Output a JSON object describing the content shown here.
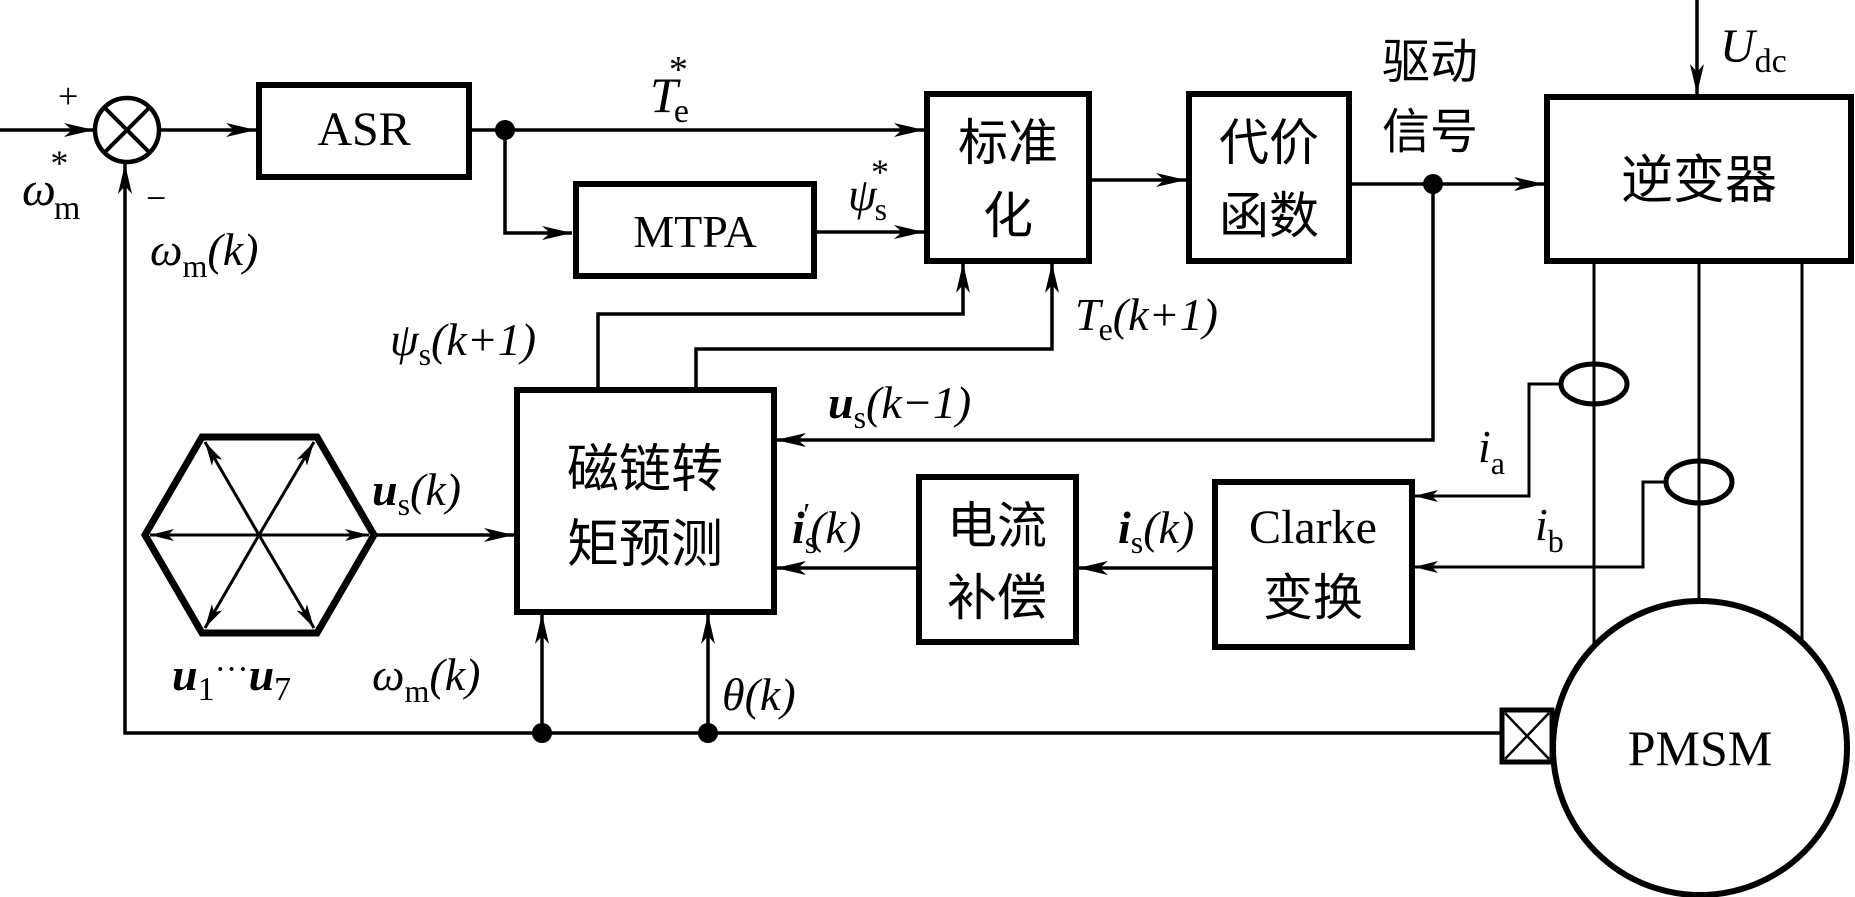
{
  "diagram": {
    "title": "Model predictive torque control block diagram for PMSM",
    "blocks": {
      "summer": {
        "plus": "+",
        "minus": "−"
      },
      "asr": {
        "label": "ASR"
      },
      "mtpa": {
        "label": "MTPA"
      },
      "normalize": {
        "line1": "标准",
        "line2": "化"
      },
      "cost": {
        "line1": "代价",
        "line2": "函数"
      },
      "inverter": {
        "label": "逆变器"
      },
      "predict": {
        "line1": "磁链转",
        "line2": "矩预测"
      },
      "current_comp": {
        "line1": "电流",
        "line2": "补偿"
      },
      "clarke": {
        "line1": "Clarke",
        "line2": "变换"
      },
      "motor": {
        "label": "PMSM"
      }
    },
    "signals": {
      "omega_ref": {
        "main": "ω",
        "sub": "m",
        "sup": "*"
      },
      "omega_fb_top": {
        "main": "ω",
        "sub": "m",
        "tail": "(k)"
      },
      "torque_ref": {
        "main": "T",
        "sub": "e",
        "sup": "*"
      },
      "flux_ref": {
        "main": "ψ",
        "sub": "s",
        "sup": "*"
      },
      "drive_signal": {
        "line1": "驱动",
        "line2": "信号"
      },
      "udc": {
        "main": "U",
        "sub": "dc"
      },
      "flux_pred": {
        "main": "ψ",
        "sub": "s",
        "tail": "(k+1)"
      },
      "torque_pred": {
        "main": "T",
        "sub": "e",
        "tail": "(k+1)"
      },
      "us_prev": {
        "main": "u",
        "sub": "s",
        "tail": "(k−1)"
      },
      "us_k": {
        "main": "u",
        "sub": "s",
        "tail": "(k)"
      },
      "is_comp": {
        "main": "i",
        "sub": "s",
        "prime": "′",
        "tail": "(k)"
      },
      "is_k": {
        "main": "i",
        "sub": "s",
        "tail": "(k)"
      },
      "ia": {
        "main": "i",
        "sub": "a"
      },
      "ib": {
        "main": "i",
        "sub": "b"
      },
      "vectors": {
        "u1": "u",
        "s1": "1",
        "dots": "···",
        "u7": "u",
        "s7": "7"
      },
      "omega_fb_bottom": {
        "main": "ω",
        "sub": "m",
        "tail": "(k)"
      },
      "theta": {
        "main": "θ",
        "tail": "(k)"
      }
    }
  }
}
